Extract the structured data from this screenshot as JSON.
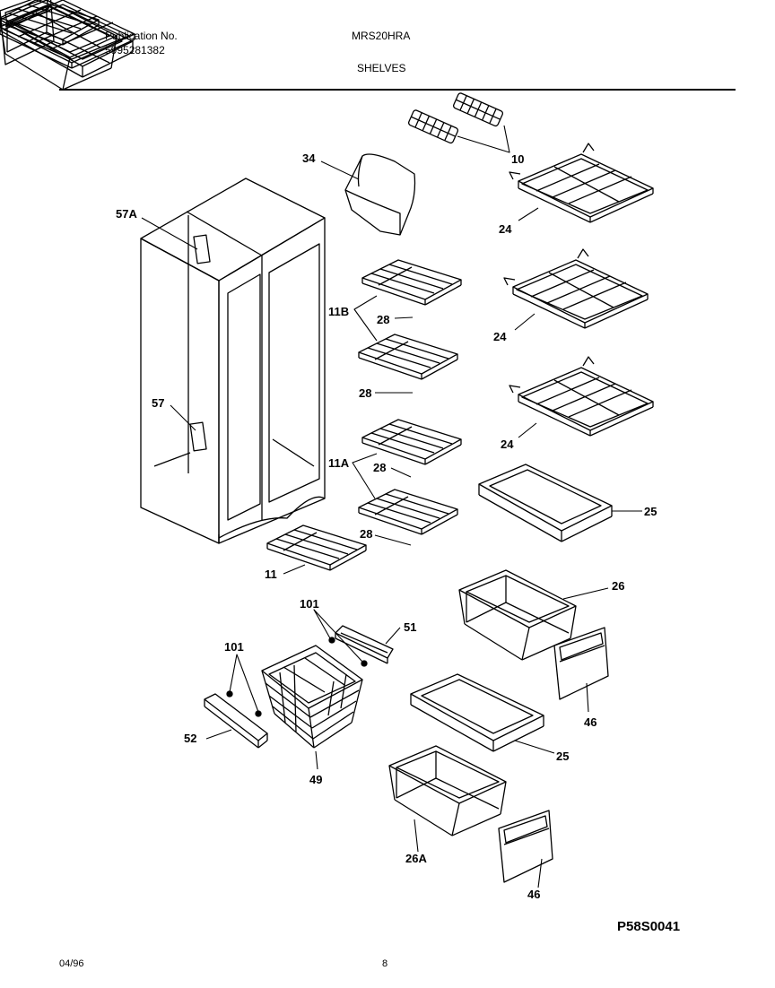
{
  "header": {
    "publication_label": "Publication No.",
    "publication_number": "5995281382",
    "model": "MRS20HRA",
    "section": "SHELVES"
  },
  "callouts": {
    "c10": "10",
    "c34": "34",
    "c57a": "57A",
    "c24a": "24",
    "c24b": "24",
    "c24c": "24",
    "c11b": "11B",
    "c28a": "28",
    "c28b": "28",
    "c28c": "28",
    "c28d": "28",
    "c57": "57",
    "c11a": "11A",
    "c25a": "25",
    "c11": "11",
    "c26": "26",
    "c101a": "101",
    "c51": "51",
    "c101b": "101",
    "c46a": "46",
    "c52": "52",
    "c25b": "25",
    "c49": "49",
    "c26a": "26A",
    "c46b": "46"
  },
  "diagram_code": "P58S0041",
  "footer": {
    "date": "04/96",
    "page": "8"
  }
}
